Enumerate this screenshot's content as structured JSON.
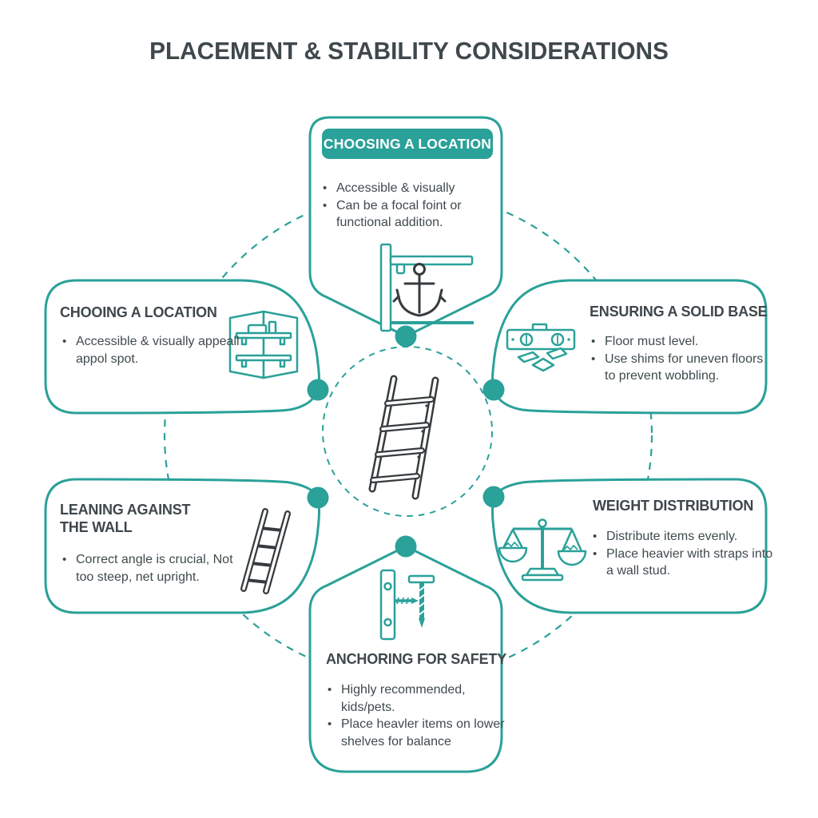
{
  "title": "PLACEMENT & STABILITY CONSIDERATIONS",
  "bullet_glyph": "•",
  "colors": {
    "accent": "#2AA199",
    "heading_text": "#3E474B",
    "body_text": "#3F4A4E",
    "pill_text": "#FFFFFF"
  },
  "center": {
    "icon": "ladder-icon"
  },
  "boxes": [
    {
      "id": "top",
      "heading": "CHOOSING A LOCATION",
      "icon": "anchor-bracket-icon",
      "bullets": [
        "Accessible & visually",
        "Can be a focal foint or functional addition."
      ]
    },
    {
      "id": "left-upper",
      "heading": "CHOOING A LOCATION",
      "icon": "corner-shelf-icon",
      "bullets": [
        "Accessible & visually appeall appol spot."
      ]
    },
    {
      "id": "right-upper",
      "heading": "ENSURING A SOLID BASE",
      "icon": "spirit-level-icon",
      "bullets": [
        "Floor must level.",
        "Use shims for uneven floors to prevent wobbling."
      ]
    },
    {
      "id": "left-lower",
      "heading": "LEANING AGAINST THE WALL",
      "icon": "leaning-ladder-icon",
      "bullets": [
        "Correct angle is crucial, Not too steep, net upright."
      ]
    },
    {
      "id": "right-lower",
      "heading": "WEIGHT DISTRIBUTION",
      "icon": "balance-scale-icon",
      "bullets": [
        "Distribute items evenly.",
        "Place heavier with straps into a wall stud."
      ]
    },
    {
      "id": "bottom",
      "heading": "ANCHORING FOR SAFETY",
      "icon": "wall-anchor-screw-icon",
      "bullets": [
        "Highly recommended, kids/pets.",
        "Place heavler items on lower shelves for balance"
      ]
    }
  ]
}
